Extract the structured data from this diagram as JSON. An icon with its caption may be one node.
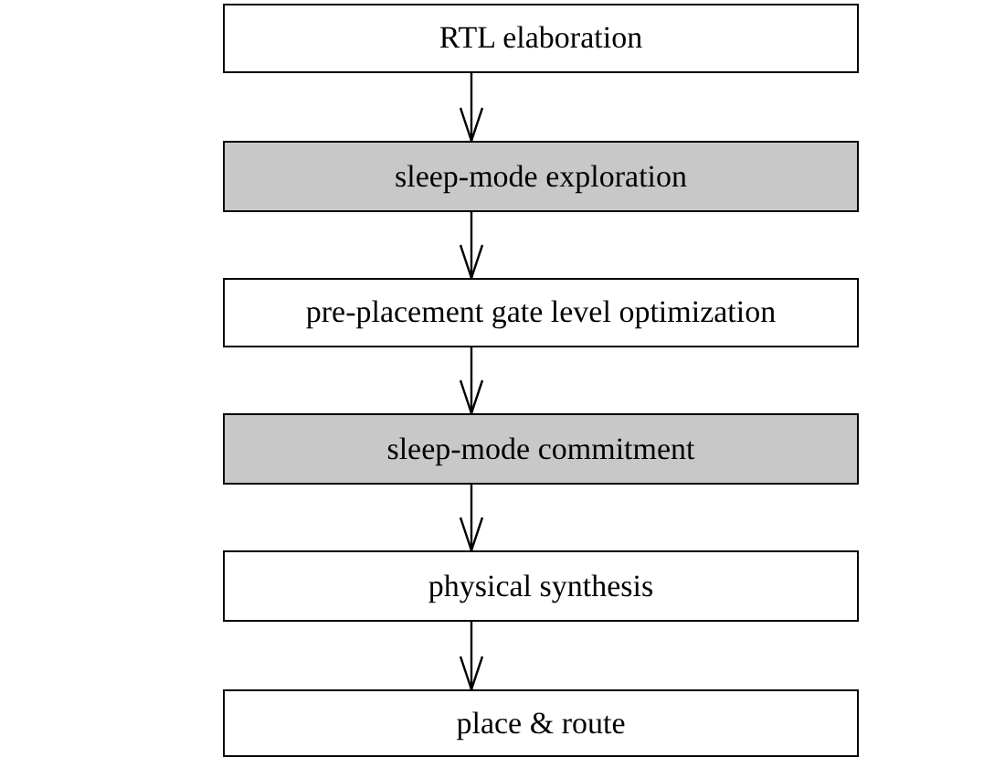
{
  "diagram": {
    "nodes": [
      {
        "text": [
          "RTL elaboration"
        ]
      },
      {
        "text": [
          "sleep-mode exploration"
        ]
      },
      {
        "text": [
          "pre-placement gate level optimization"
        ]
      },
      {
        "text": [
          "sleep-mode commitment"
        ]
      },
      {
        "text": [
          "physical synthesis"
        ]
      },
      {
        "text": [
          "place & route"
        ]
      }
    ],
    "edges": [
      {
        "from": 0,
        "to": 1,
        "arrow": "to"
      },
      {
        "from": 1,
        "to": 2,
        "arrow": "to"
      },
      {
        "from": 2,
        "to": 3,
        "arrow": "to"
      },
      {
        "from": 3,
        "to": 4,
        "arrow": "to"
      },
      {
        "from": 4,
        "to": 5,
        "arrow": "to"
      }
    ]
  }
}
